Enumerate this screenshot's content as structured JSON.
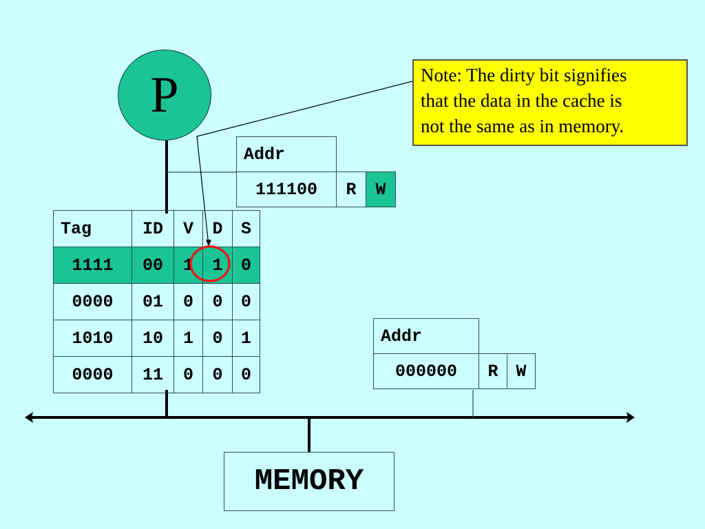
{
  "processor": {
    "label": "P",
    "color": "#1ac495"
  },
  "note": {
    "lines": [
      "Note: The dirty bit signifies",
      "that the data in the cache is",
      "not the same as in memory."
    ],
    "background": "#ffff00"
  },
  "processor_request": {
    "addr_header": "Addr",
    "addr_value": "111100",
    "read_label": "R",
    "write_label": "W",
    "active_op": "W"
  },
  "cache_table": {
    "headers": [
      "Tag",
      "ID",
      "V",
      "D",
      "S"
    ],
    "rows": [
      [
        "1111",
        "00",
        "1",
        "1",
        "0"
      ],
      [
        "0000",
        "01",
        "0",
        "0",
        "0"
      ],
      [
        "1010",
        "10",
        "1",
        "0",
        "1"
      ],
      [
        "0000",
        "11",
        "0",
        "0",
        "0"
      ]
    ],
    "highlighted_row": 0,
    "circled_cell": {
      "row": 0,
      "column": "D"
    },
    "highlight_color": "#1ac495",
    "circle_color": "#e0201c"
  },
  "bus_request": {
    "addr_header": "Addr",
    "addr_value": "000000",
    "read_label": "R",
    "write_label": "W"
  },
  "memory": {
    "label": "MEMORY"
  }
}
